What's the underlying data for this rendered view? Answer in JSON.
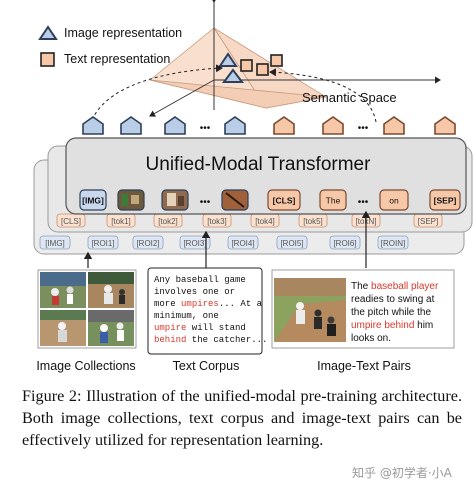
{
  "legend": {
    "image_rep": "Image representation",
    "text_rep": "Text representation"
  },
  "semantic_space": "Semantic Space",
  "transformer_title": "Unified-Modal Transformer",
  "ellipsis": "•••",
  "top_tokens": [
    "[IMG]",
    "[CLS]",
    "The",
    "on",
    "[SEP]"
  ],
  "mid_tokens": [
    "[CLS]",
    "[tok1]",
    "[tok2]",
    "[tok3]",
    "[tok4]",
    "[tok5]",
    "[tokN]",
    "[SEP]"
  ],
  "back_tokens": [
    "[IMG]",
    "[ROI1]",
    "[ROI2]",
    "[ROI3]",
    "[ROI4]",
    "[ROI5]",
    "[ROI6]",
    "[ROIN]"
  ],
  "text_corpus": {
    "seg1": "Any baseball game involves one or more ",
    "seg2": "umpires",
    "seg3": "... At a minimum, one ",
    "seg4": "umpire",
    "seg5": " will stand ",
    "seg6": "behind",
    "seg7": " the catcher..."
  },
  "pair_text": {
    "seg1": "The ",
    "seg2": "baseball player",
    "seg3": " readies to swing at the pitch while the ",
    "seg4": "umpire behind",
    "seg5": " him looks on."
  },
  "bottom_labels": {
    "image_collections": "Image Collections",
    "text_corpus": "Text Corpus",
    "image_text_pairs": "Image-Text Pairs"
  },
  "caption": "Figure 2: Illustration of the unified-modal pre-training architecture. Both image collections, text corpus and image-text pairs can be effectively utilized for representation learning.",
  "watermark": "知乎 @初学者·小A",
  "colors": {
    "blue": "#b9cde6",
    "blue_stroke": "#2d3f5a",
    "orange": "#f7c8a8",
    "orange_stroke": "#7a4a30",
    "highlight": "#d8382a",
    "panel": "#e3e3e3"
  }
}
